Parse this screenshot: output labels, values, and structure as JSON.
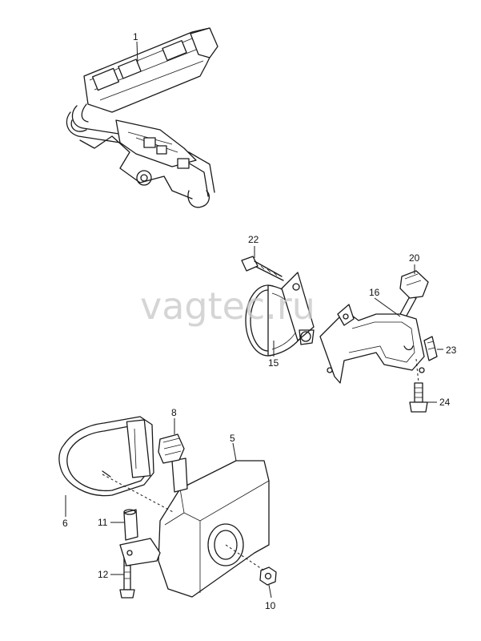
{
  "watermark": "vagtec.ru",
  "callouts": {
    "c1": "1",
    "c22": "22",
    "c20": "20",
    "c16": "16",
    "c23": "23",
    "c15": "15",
    "c24": "24",
    "c8": "8",
    "c5": "5",
    "c6": "6",
    "c11": "11",
    "c12": "12",
    "c10": "10"
  },
  "colors": {
    "ink": "#1a1a1a",
    "watermark": "#c8c8c8",
    "background": "#ffffff"
  }
}
